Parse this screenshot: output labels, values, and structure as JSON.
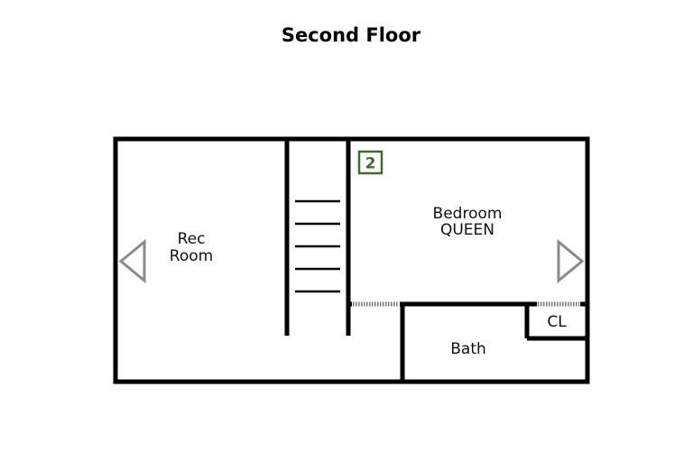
{
  "title": "Second Floor",
  "rooms": {
    "rec_line1": "Rec",
    "rec_line2": "Room",
    "bedroom_line1": "Bedroom",
    "bedroom_line2": "QUEEN",
    "bath": "Bath",
    "closet": "CL"
  },
  "bedroom_number": "2",
  "colors": {
    "wall": "#000000",
    "badge": "#3e6b2e",
    "arrow": "#8a8a8a",
    "door": "#777777"
  },
  "icons": [
    "left-triangle-arrow-icon",
    "right-triangle-arrow-icon",
    "staircase-icon"
  ]
}
